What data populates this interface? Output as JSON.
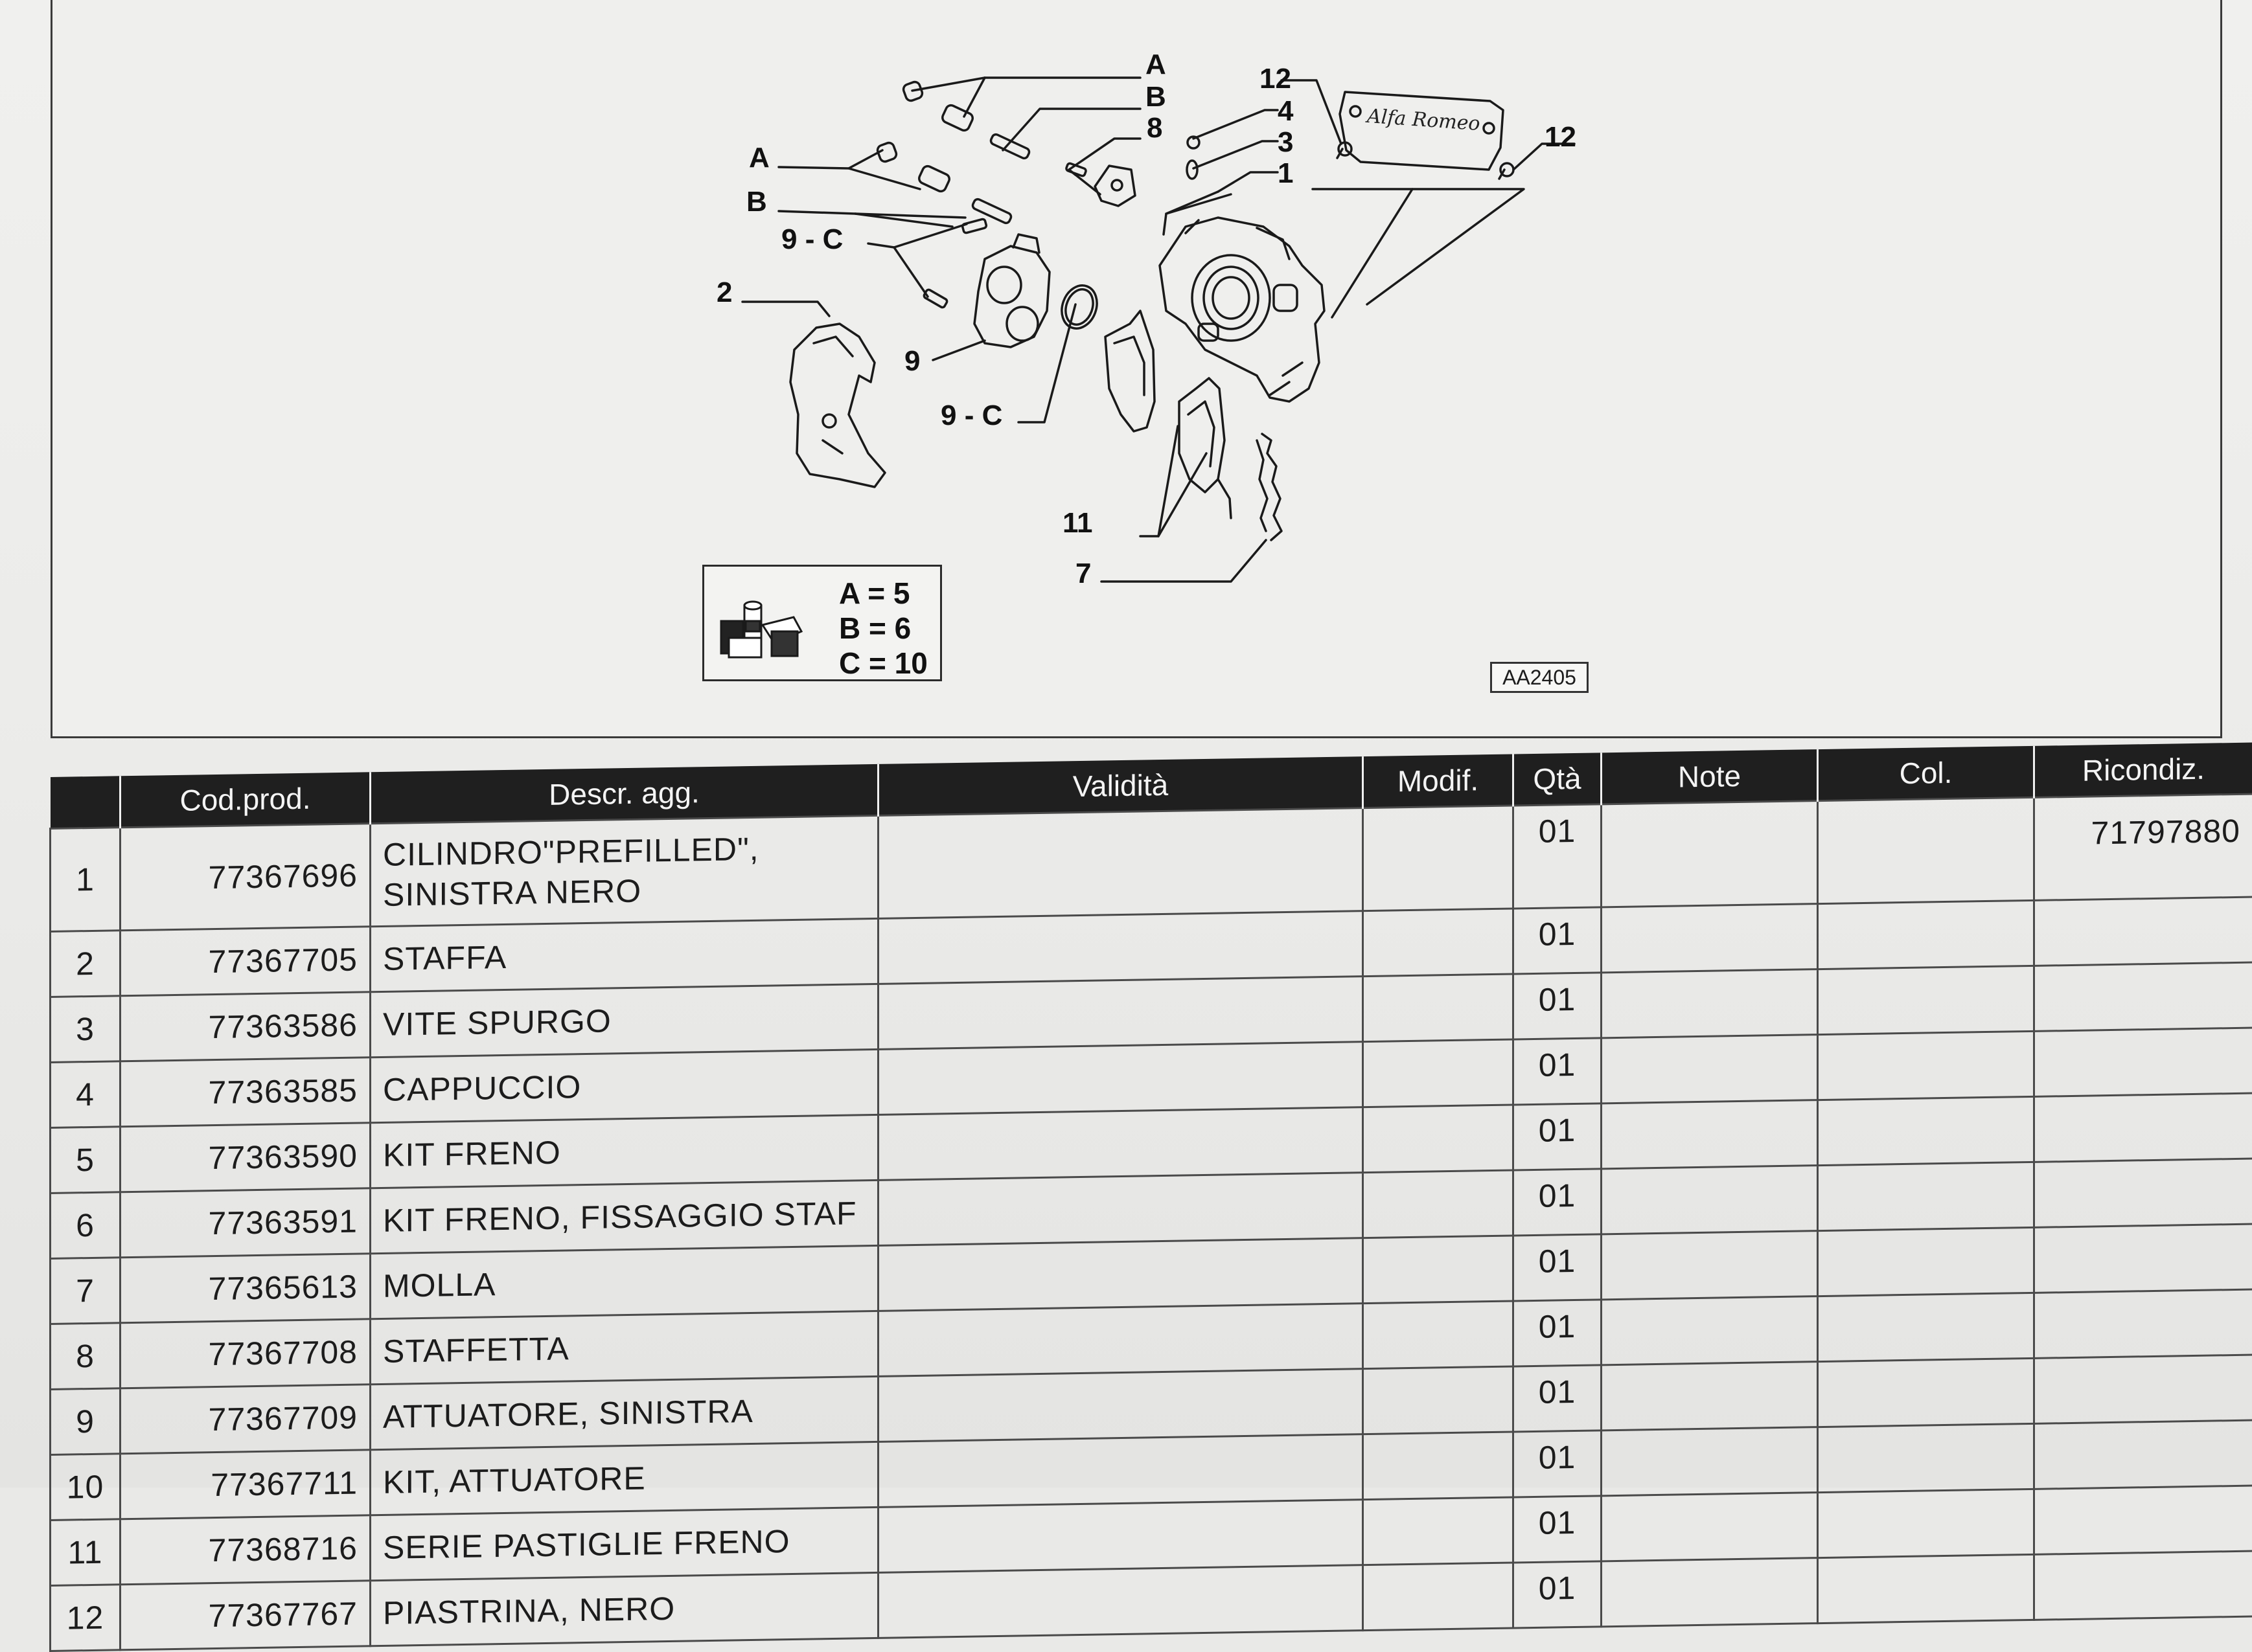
{
  "diagram": {
    "callouts": [
      "A",
      "B",
      "8",
      "A",
      "B",
      "9 - C",
      "2",
      "9",
      "9 - C",
      "12",
      "4",
      "3",
      "1",
      "12",
      "11",
      "7"
    ],
    "logo_text": "Alfa Romeo",
    "legend": [
      "A = 5",
      "B = 6",
      "C = 10"
    ],
    "reference": "AA2405"
  },
  "table": {
    "headers": [
      "",
      "Cod.prod.",
      "Descr. agg.",
      "Validità",
      "Modif.",
      "Qtà",
      "Note",
      "Col.",
      "Ricondiz."
    ],
    "rows": [
      {
        "n": "1",
        "code": "77367696",
        "desc": "CILINDRO\"PREFILLED\", SINISTRA NERO",
        "validita": "",
        "modif": "",
        "qty": "01",
        "note": "",
        "col": "",
        "ricondiz": "71797880"
      },
      {
        "n": "2",
        "code": "77367705",
        "desc": "STAFFA",
        "validita": "",
        "modif": "",
        "qty": "01",
        "note": "",
        "col": "",
        "ricondiz": ""
      },
      {
        "n": "3",
        "code": "77363586",
        "desc": "VITE SPURGO",
        "validita": "",
        "modif": "",
        "qty": "01",
        "note": "",
        "col": "",
        "ricondiz": ""
      },
      {
        "n": "4",
        "code": "77363585",
        "desc": "CAPPUCCIO",
        "validita": "",
        "modif": "",
        "qty": "01",
        "note": "",
        "col": "",
        "ricondiz": ""
      },
      {
        "n": "5",
        "code": "77363590",
        "desc": "KIT FRENO",
        "validita": "",
        "modif": "",
        "qty": "01",
        "note": "",
        "col": "",
        "ricondiz": ""
      },
      {
        "n": "6",
        "code": "77363591",
        "desc": "KIT FRENO, FISSAGGIO STAF",
        "validita": "",
        "modif": "",
        "qty": "01",
        "note": "",
        "col": "",
        "ricondiz": ""
      },
      {
        "n": "7",
        "code": "77365613",
        "desc": "MOLLA",
        "validita": "",
        "modif": "",
        "qty": "01",
        "note": "",
        "col": "",
        "ricondiz": ""
      },
      {
        "n": "8",
        "code": "77367708",
        "desc": "STAFFETTA",
        "validita": "",
        "modif": "",
        "qty": "01",
        "note": "",
        "col": "",
        "ricondiz": ""
      },
      {
        "n": "9",
        "code": "77367709",
        "desc": "ATTUATORE, SINISTRA",
        "validita": "",
        "modif": "",
        "qty": "01",
        "note": "",
        "col": "",
        "ricondiz": ""
      },
      {
        "n": "10",
        "code": "77367711",
        "desc": "KIT, ATTUATORE",
        "validita": "",
        "modif": "",
        "qty": "01",
        "note": "",
        "col": "",
        "ricondiz": ""
      },
      {
        "n": "11",
        "code": "77368716",
        "desc": "SERIE PASTIGLIE FRENO",
        "validita": "",
        "modif": "",
        "qty": "01",
        "note": "",
        "col": "",
        "ricondiz": ""
      },
      {
        "n": "12",
        "code": "77367767",
        "desc": "PIASTRINA, NERO",
        "validita": "",
        "modif": "",
        "qty": "01",
        "note": "",
        "col": "",
        "ricondiz": ""
      }
    ]
  }
}
